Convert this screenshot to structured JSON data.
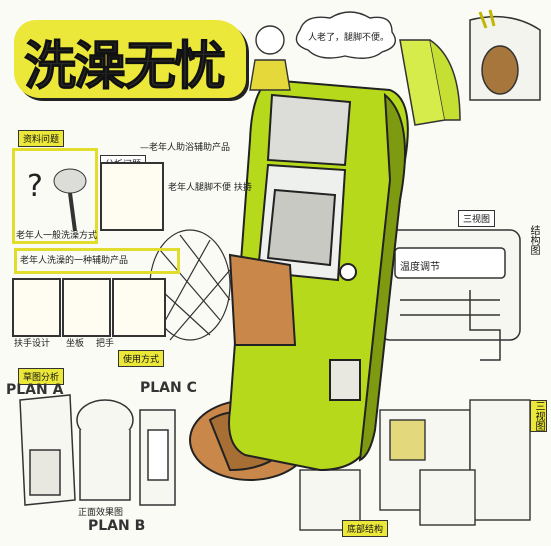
{
  "title": "洗澡无忧",
  "subtitle": "—老年人助浴辅助产品",
  "speech_bubble": "人老了，腿脚不便。",
  "sections": {
    "research": "资料问题",
    "existing_problem": "分析问题",
    "elderly_difficulty": "老年人一般洗澡方式",
    "tool_note": "老年人洗澡的一种辅助产品",
    "leg_note": "老年人腿脚不便 扶持",
    "plan_analysis": "草图分析",
    "usage_modes": "使用方式",
    "control_panel": "三视图",
    "side_label": "结构图",
    "right_label": "三视图",
    "bottom_left_note": "正面效果图",
    "bottom_center_note": "底部结构"
  },
  "sketch_labels": [
    "扶手设计",
    "坐板",
    "把手",
    "使用方式"
  ],
  "plan_labels": [
    "PLAN A",
    "PLAN B",
    "PLAN C"
  ],
  "panel_text": "温度调节",
  "colors": {
    "accent_yellow": "#ece83a",
    "lime": "#b7d91c",
    "lime_dark": "#7e9a10",
    "wood": "#c9884a",
    "ink": "#222222"
  }
}
